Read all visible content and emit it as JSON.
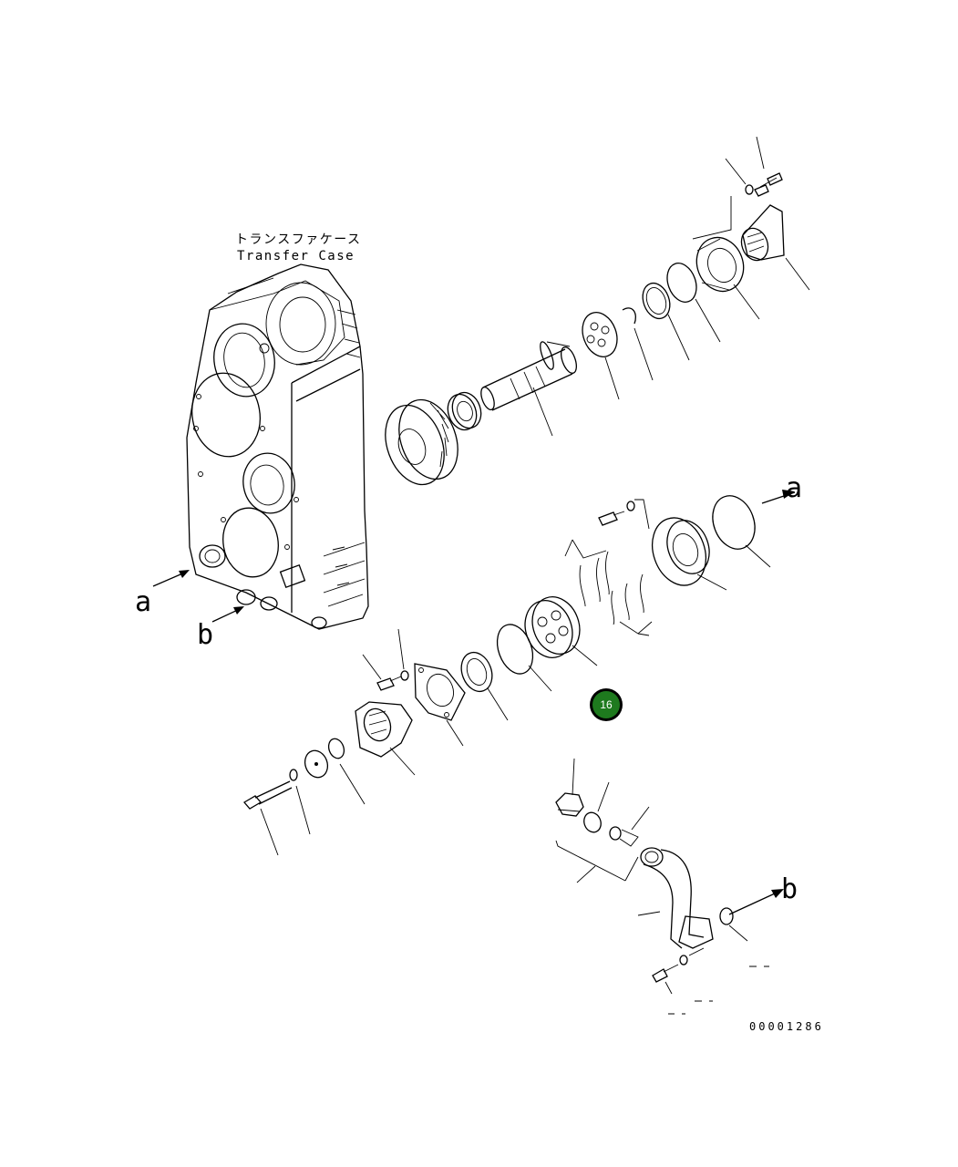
{
  "title_jp": "トランスファケース",
  "title_en": "Transfer Case",
  "refs": {
    "a": "a",
    "b": "b"
  },
  "badge": {
    "label": "16",
    "color": "#1e7a1e"
  },
  "drawing_no": "00001286"
}
